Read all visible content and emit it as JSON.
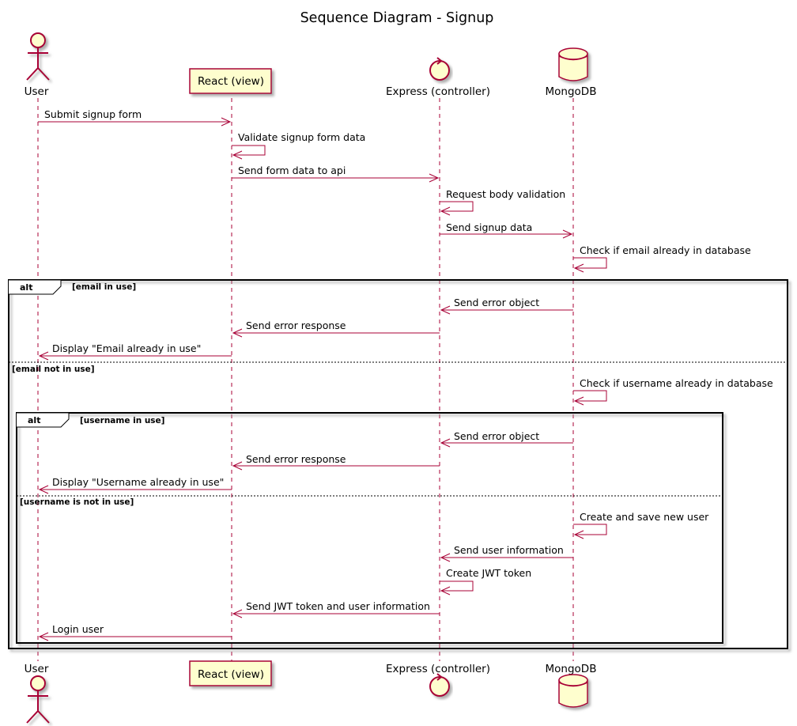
{
  "diagram": {
    "title": "Sequence Diagram - Signup",
    "participants": [
      {
        "id": "user",
        "name": "User",
        "kind": "actor"
      },
      {
        "id": "react",
        "name": "React (view)",
        "kind": "participant"
      },
      {
        "id": "express",
        "name": "Express (controller)",
        "kind": "control"
      },
      {
        "id": "mongo",
        "name": "MongoDB",
        "kind": "database"
      }
    ],
    "messages": [
      {
        "from": "user",
        "to": "react",
        "text": "Submit signup form"
      },
      {
        "from": "react",
        "to": "react",
        "text": "Validate signup form data"
      },
      {
        "from": "react",
        "to": "express",
        "text": "Send form data to api"
      },
      {
        "from": "express",
        "to": "express",
        "text": "Request body validation"
      },
      {
        "from": "express",
        "to": "mongo",
        "text": "Send signup data"
      },
      {
        "from": "mongo",
        "to": "mongo",
        "text": "Check if email already in database"
      },
      {
        "from": "mongo",
        "to": "express",
        "text": "Send error object"
      },
      {
        "from": "express",
        "to": "react",
        "text": "Send error response"
      },
      {
        "from": "react",
        "to": "user",
        "text": "Display \"Email already in use\""
      },
      {
        "from": "mongo",
        "to": "mongo",
        "text": "Check if username already in database"
      },
      {
        "from": "mongo",
        "to": "express",
        "text": "Send error object"
      },
      {
        "from": "express",
        "to": "react",
        "text": "Send error response"
      },
      {
        "from": "react",
        "to": "user",
        "text": "Display \"Username already in use\""
      },
      {
        "from": "mongo",
        "to": "mongo",
        "text": "Create and save new user"
      },
      {
        "from": "mongo",
        "to": "express",
        "text": "Send user information"
      },
      {
        "from": "express",
        "to": "express",
        "text": "Create JWT token"
      },
      {
        "from": "express",
        "to": "react",
        "text": "Send JWT token and user information"
      },
      {
        "from": "react",
        "to": "user",
        "text": "Login user"
      }
    ],
    "fragments": [
      {
        "label": "alt",
        "guard": "[email in use]",
        "else_guard": "[email not in use]"
      },
      {
        "label": "alt",
        "guard": "[username in use]",
        "else_guard": "[username is not in use]"
      }
    ],
    "colors": {
      "line": "#A80036",
      "participant_fill": "#FEFECE",
      "shadow": "#b8b8b8",
      "frame": "#000000"
    }
  }
}
